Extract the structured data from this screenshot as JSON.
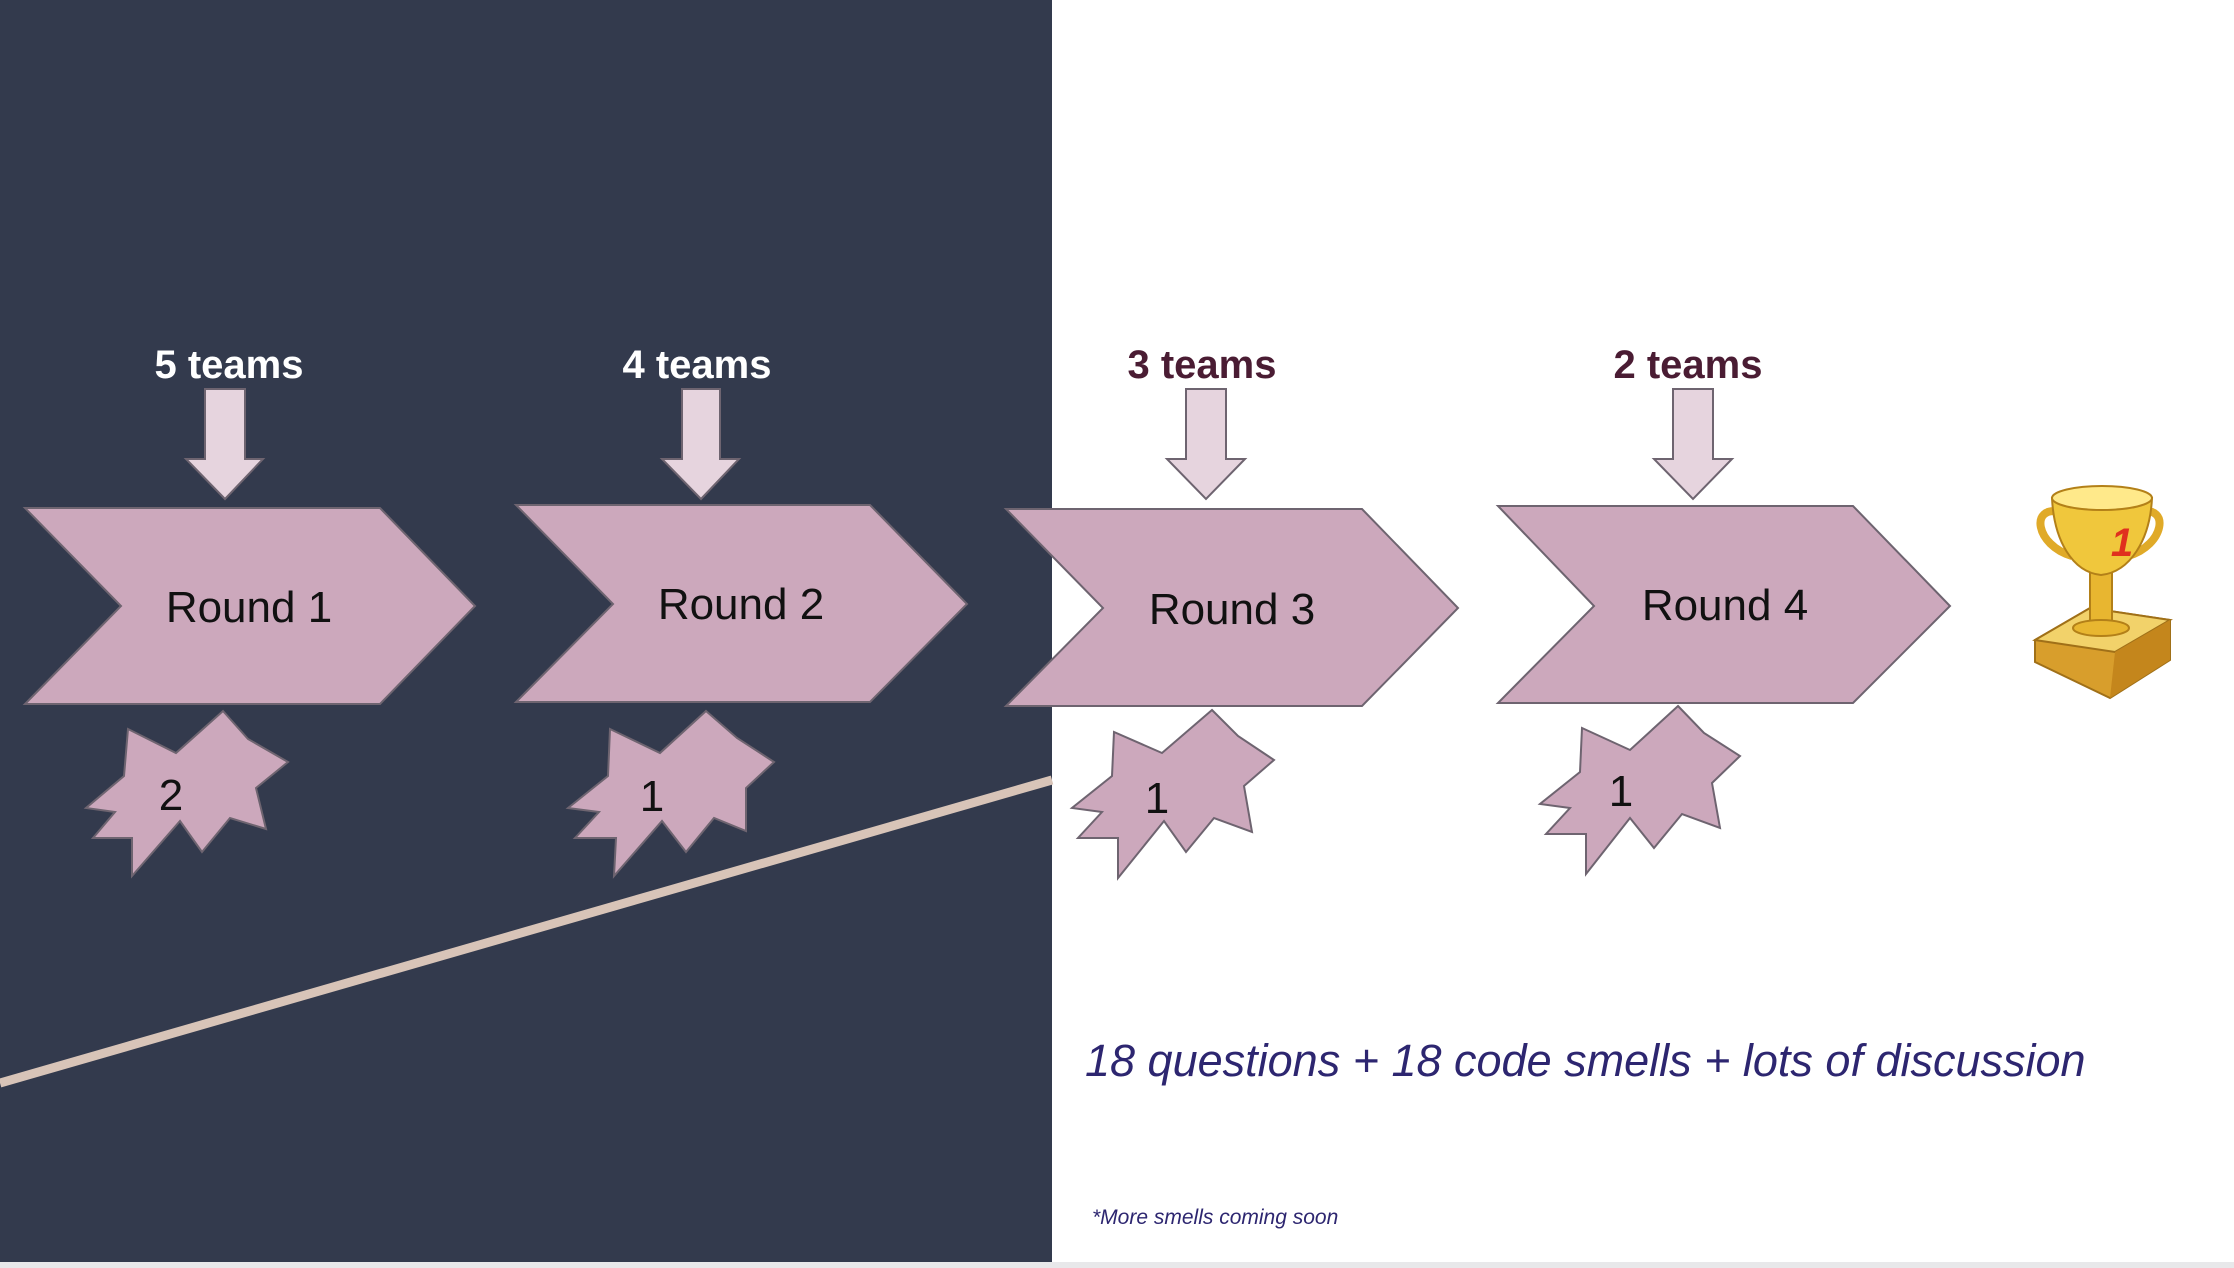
{
  "rounds": [
    {
      "label": "Round 1",
      "teams": "5 teams",
      "smells": "2"
    },
    {
      "label": "Round 2",
      "teams": "4 teams",
      "smells": "1"
    },
    {
      "label": "Round 3",
      "teams": "3 teams",
      "smells": "1"
    },
    {
      "label": "Round 4",
      "teams": "2 teams",
      "smells": "1"
    }
  ],
  "trophy": {
    "icon": "trophy-icon",
    "badge": "1"
  },
  "summary": "18 questions + 18 code smells + lots of discussion",
  "footnote": "*More smells coming soon",
  "colors": {
    "dark_panel": "#333a4d",
    "chevron": "#cca8bc",
    "arrow": "#e6d4de",
    "team_label_dark": "#ffffff",
    "team_label_light": "#4a1c33",
    "text_accent": "#2d2670",
    "diagonal_line": "#d8c4b8"
  }
}
